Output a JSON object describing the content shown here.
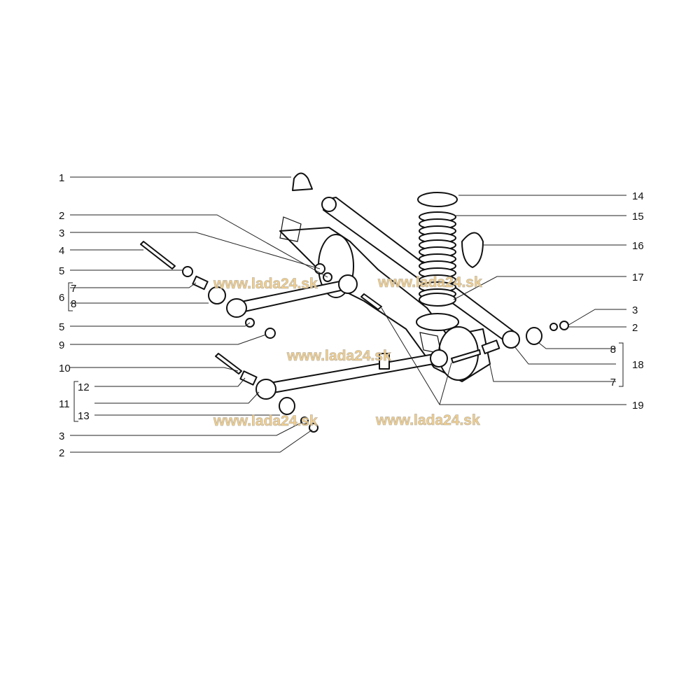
{
  "watermark": "www.lada24.sk",
  "watermark_color": "#f3c97c",
  "labels_left": [
    "1",
    "2",
    "3",
    "4",
    "5",
    "6",
    "7",
    "8",
    "5",
    "9",
    "10",
    "11",
    "12",
    "13",
    "3",
    "2"
  ],
  "labels_right": [
    "14",
    "15",
    "16",
    "17",
    "3",
    "2",
    "8",
    "18",
    "7",
    "19"
  ]
}
